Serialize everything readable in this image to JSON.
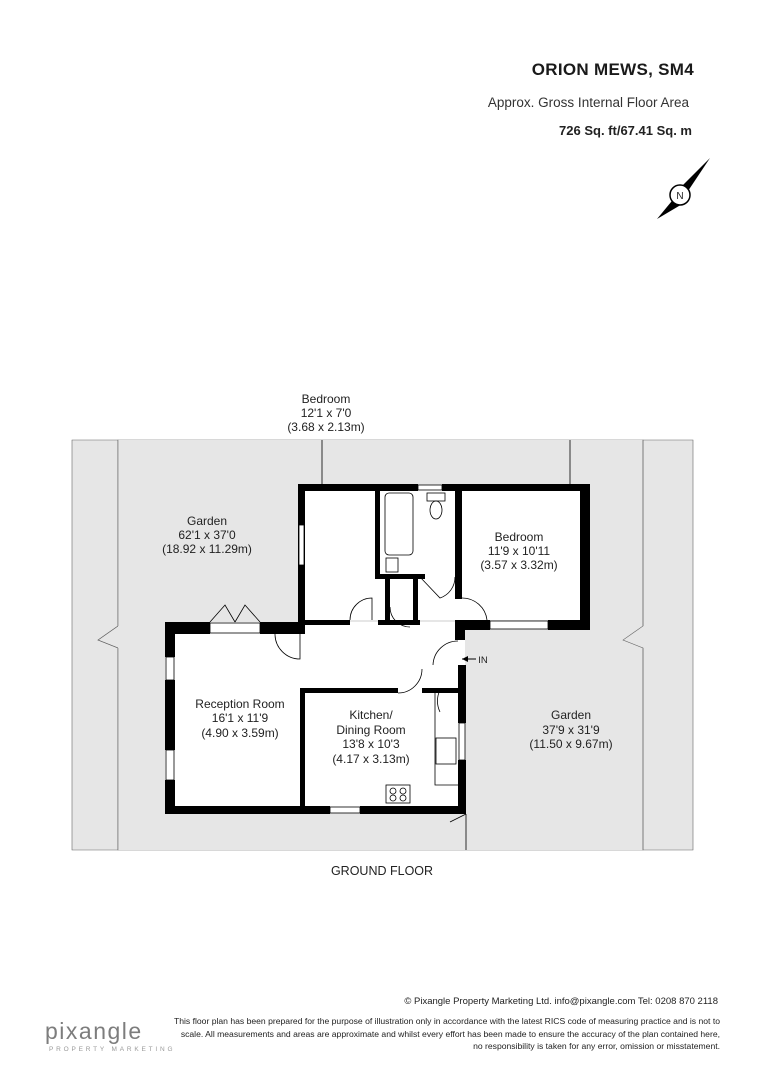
{
  "header": {
    "title": "ORION MEWS, SM4",
    "subtitle": "Approx. Gross Internal Floor Area",
    "area": "726 Sq. ft/67.41 Sq. m"
  },
  "compass": {
    "letter": "N"
  },
  "rooms": {
    "bedroom_top": {
      "name": "Bedroom",
      "imperial": "12'1 x 7'0",
      "metric": "(3.68 x 2.13m)"
    },
    "garden_left": {
      "name": "Garden",
      "imperial": "62'1 x 37'0",
      "metric": "(18.92 x 11.29m)"
    },
    "bedroom_right": {
      "name": "Bedroom",
      "imperial": "11'9 x 10'11",
      "metric": "(3.57 x 3.32m)"
    },
    "reception": {
      "name": "Reception Room",
      "imperial": "16'1 x 11'9",
      "metric": "(4.90 x 3.59m)"
    },
    "kitchen": {
      "name1": "Kitchen/",
      "name2": "Dining Room",
      "imperial": "13'8 x 10'3",
      "metric": "(4.17 x 3.13m)"
    },
    "garden_right": {
      "name": "Garden",
      "imperial": "37'9 x 31'9",
      "metric": "(11.50 x 9.67m)"
    }
  },
  "entrance": "IN",
  "floor_label": "GROUND FLOOR",
  "footer": {
    "contact": "© Pixangle Property Marketing Ltd. info@pixangle.com Tel: 0208 870 2118",
    "disclaimer": "This floor plan has been prepared for the purpose of illustration only in accordance with the latest RICS code of measuring practice and is not to scale. All measurements and areas are approximate and whilst every effort has been made to ensure the accuracy of the plan contained here, no responsibility is taken for any error, omission or misstatement.",
    "brand": "pixangle",
    "brand_sub": "PROPERTY MARKETING"
  },
  "colors": {
    "garden": "#e6e6e6",
    "wall": "#000000",
    "text": "#222222"
  }
}
